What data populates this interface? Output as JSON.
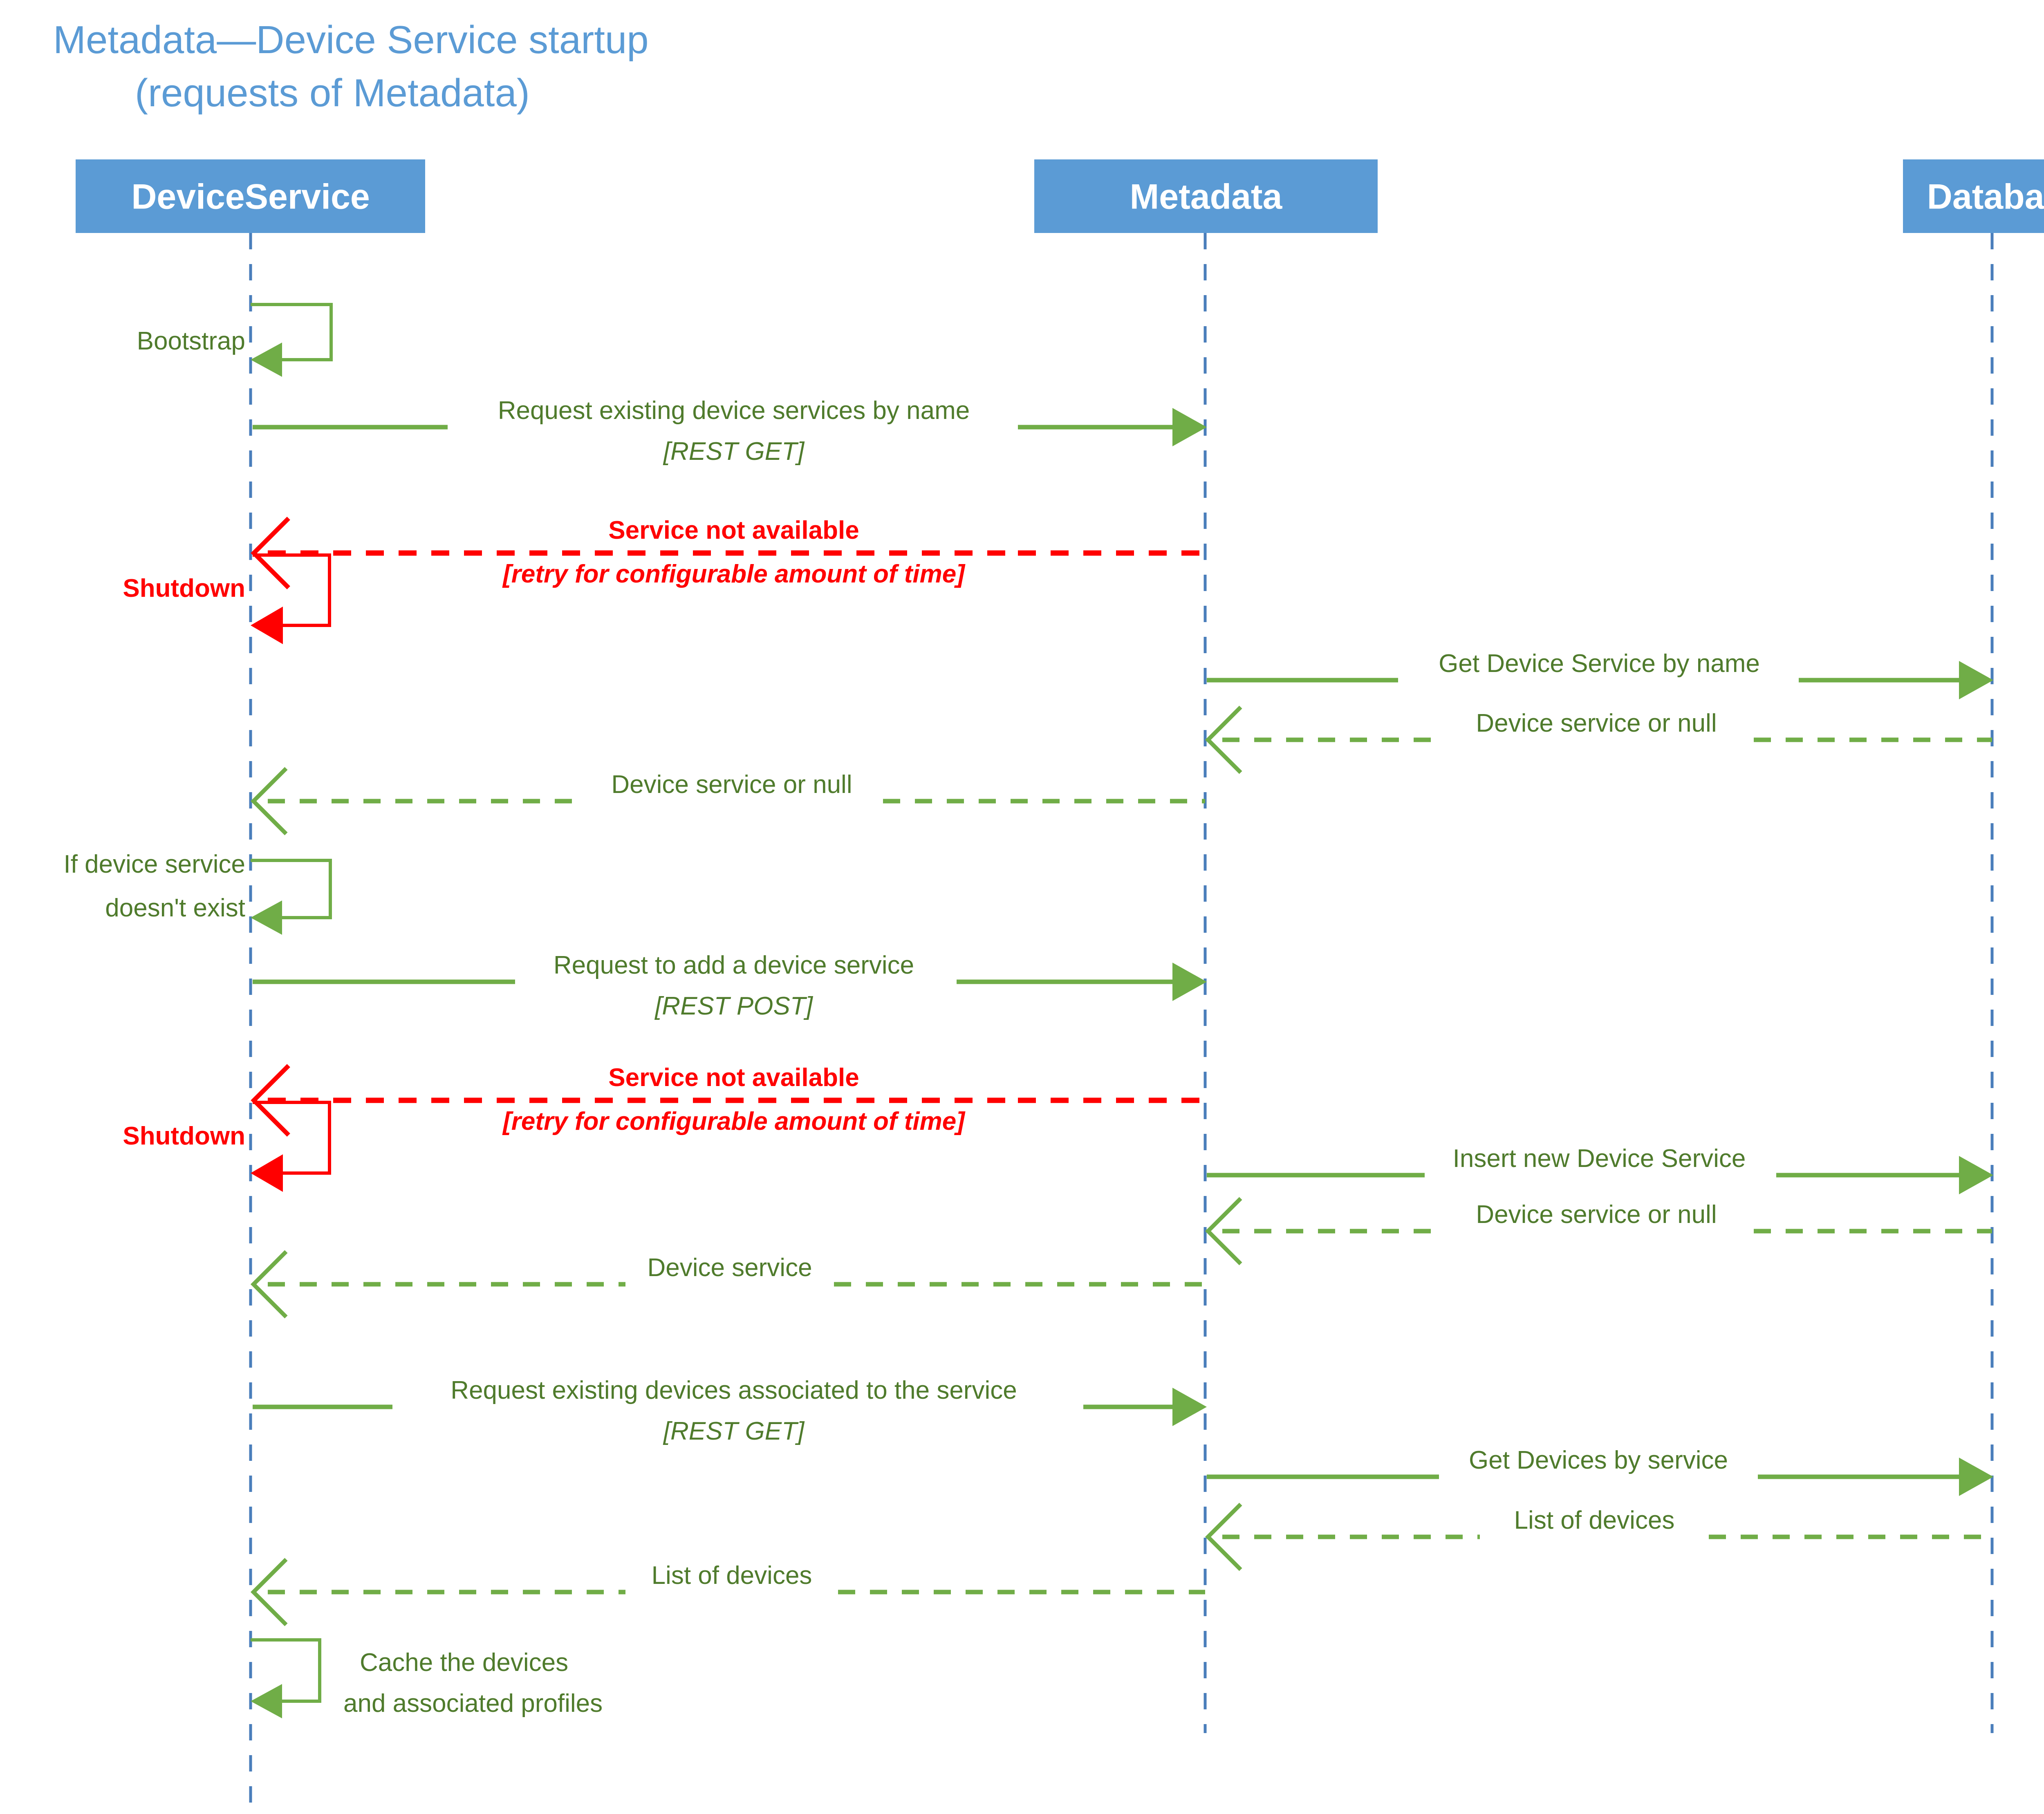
{
  "diagram": {
    "type": "uml-sequence-diagram",
    "title_line1": "Metadata—Device Service startup",
    "title_line2": "(requests of Metadata)",
    "colors": {
      "actor_box": "#5B9BD5",
      "actor_label": "#FFFFFF",
      "title": "#5B9BD5",
      "lifeline": "#4A7EBB",
      "message_green": "#70AD47",
      "message_green_text": "#4F7B2C",
      "message_red": "#FF0000",
      "background": "#FFFFFF"
    },
    "actors": [
      {
        "id": "device-service",
        "label": "DeviceService"
      },
      {
        "id": "metadata",
        "label": "Metadata"
      },
      {
        "id": "database",
        "label": "Database"
      }
    ],
    "messages": [
      {
        "id": "bootstrap",
        "kind": "self-call",
        "from": "device-service",
        "to": "device-service",
        "label": "Bootstrap",
        "label_side": "left",
        "color": "green",
        "arrowhead": "solid"
      },
      {
        "id": "request-existing-device-services",
        "kind": "call",
        "from": "device-service",
        "to": "metadata",
        "label": "Request existing device services by name",
        "sublabel": "[REST GET]",
        "sublabel_italic": true,
        "color": "green",
        "line": "solid",
        "arrowhead": "solid"
      },
      {
        "id": "service-not-available-1",
        "kind": "return",
        "from": "metadata",
        "to": "device-service",
        "label": "Service not available",
        "sublabel": "[retry for configurable amount of time]",
        "sublabel_italic": true,
        "color": "red",
        "line": "dashed",
        "arrowhead": "open"
      },
      {
        "id": "shutdown-1",
        "kind": "self-call",
        "from": "device-service",
        "to": "device-service",
        "label": "Shutdown",
        "label_side": "left",
        "color": "red",
        "arrowhead": "solid"
      },
      {
        "id": "get-device-service-by-name",
        "kind": "call",
        "from": "metadata",
        "to": "database",
        "label": "Get Device Service by name",
        "color": "green",
        "line": "solid",
        "arrowhead": "solid"
      },
      {
        "id": "device-service-or-null-db-1",
        "kind": "return",
        "from": "database",
        "to": "metadata",
        "label": "Device service or null",
        "color": "green",
        "line": "dashed",
        "arrowhead": "open"
      },
      {
        "id": "device-service-or-null-ds-1",
        "kind": "return",
        "from": "metadata",
        "to": "device-service",
        "label": "Device service or null",
        "color": "green",
        "line": "dashed",
        "arrowhead": "open"
      },
      {
        "id": "if-device-service-doesnt-exist",
        "kind": "self-call",
        "from": "device-service",
        "to": "device-service",
        "label_line1": "If device service",
        "label_line2": "doesn't exist",
        "label_side": "left",
        "color": "green",
        "arrowhead": "solid"
      },
      {
        "id": "request-to-add-device-service",
        "kind": "call",
        "from": "device-service",
        "to": "metadata",
        "label": "Request to add a device service",
        "sublabel": "[REST POST]",
        "sublabel_italic": true,
        "color": "green",
        "line": "solid",
        "arrowhead": "solid"
      },
      {
        "id": "service-not-available-2",
        "kind": "return",
        "from": "metadata",
        "to": "device-service",
        "label": "Service not available",
        "sublabel": "[retry for configurable amount of time]",
        "sublabel_italic": true,
        "color": "red",
        "line": "dashed",
        "arrowhead": "open"
      },
      {
        "id": "shutdown-2",
        "kind": "self-call",
        "from": "device-service",
        "to": "device-service",
        "label": "Shutdown",
        "label_side": "left",
        "color": "red",
        "arrowhead": "solid"
      },
      {
        "id": "insert-new-device-service",
        "kind": "call",
        "from": "metadata",
        "to": "database",
        "label": "Insert new Device Service",
        "color": "green",
        "line": "solid",
        "arrowhead": "solid"
      },
      {
        "id": "device-service-or-null-db-2",
        "kind": "return",
        "from": "database",
        "to": "metadata",
        "label": "Device service or null",
        "color": "green",
        "line": "dashed",
        "arrowhead": "open"
      },
      {
        "id": "device-service-return",
        "kind": "return",
        "from": "metadata",
        "to": "device-service",
        "label": "Device service",
        "color": "green",
        "line": "dashed",
        "arrowhead": "open"
      },
      {
        "id": "request-existing-devices",
        "kind": "call",
        "from": "device-service",
        "to": "metadata",
        "label": "Request existing devices associated to the service",
        "sublabel": "[REST GET]",
        "sublabel_italic": true,
        "color": "green",
        "line": "solid",
        "arrowhead": "solid"
      },
      {
        "id": "get-devices-by-service",
        "kind": "call",
        "from": "metadata",
        "to": "database",
        "label": "Get Devices by service",
        "color": "green",
        "line": "solid",
        "arrowhead": "solid"
      },
      {
        "id": "list-of-devices-db",
        "kind": "return",
        "from": "database",
        "to": "metadata",
        "label": "List of devices",
        "color": "green",
        "line": "dashed",
        "arrowhead": "open"
      },
      {
        "id": "list-of-devices-ds",
        "kind": "return",
        "from": "metadata",
        "to": "device-service",
        "label": "List of devices",
        "color": "green",
        "line": "dashed",
        "arrowhead": "open"
      },
      {
        "id": "cache-the-devices",
        "kind": "self-call",
        "from": "device-service",
        "to": "device-service",
        "label_line1": "Cache the devices",
        "label_line2": "and associated profiles",
        "label_side": "right",
        "color": "green",
        "arrowhead": "solid"
      }
    ]
  }
}
